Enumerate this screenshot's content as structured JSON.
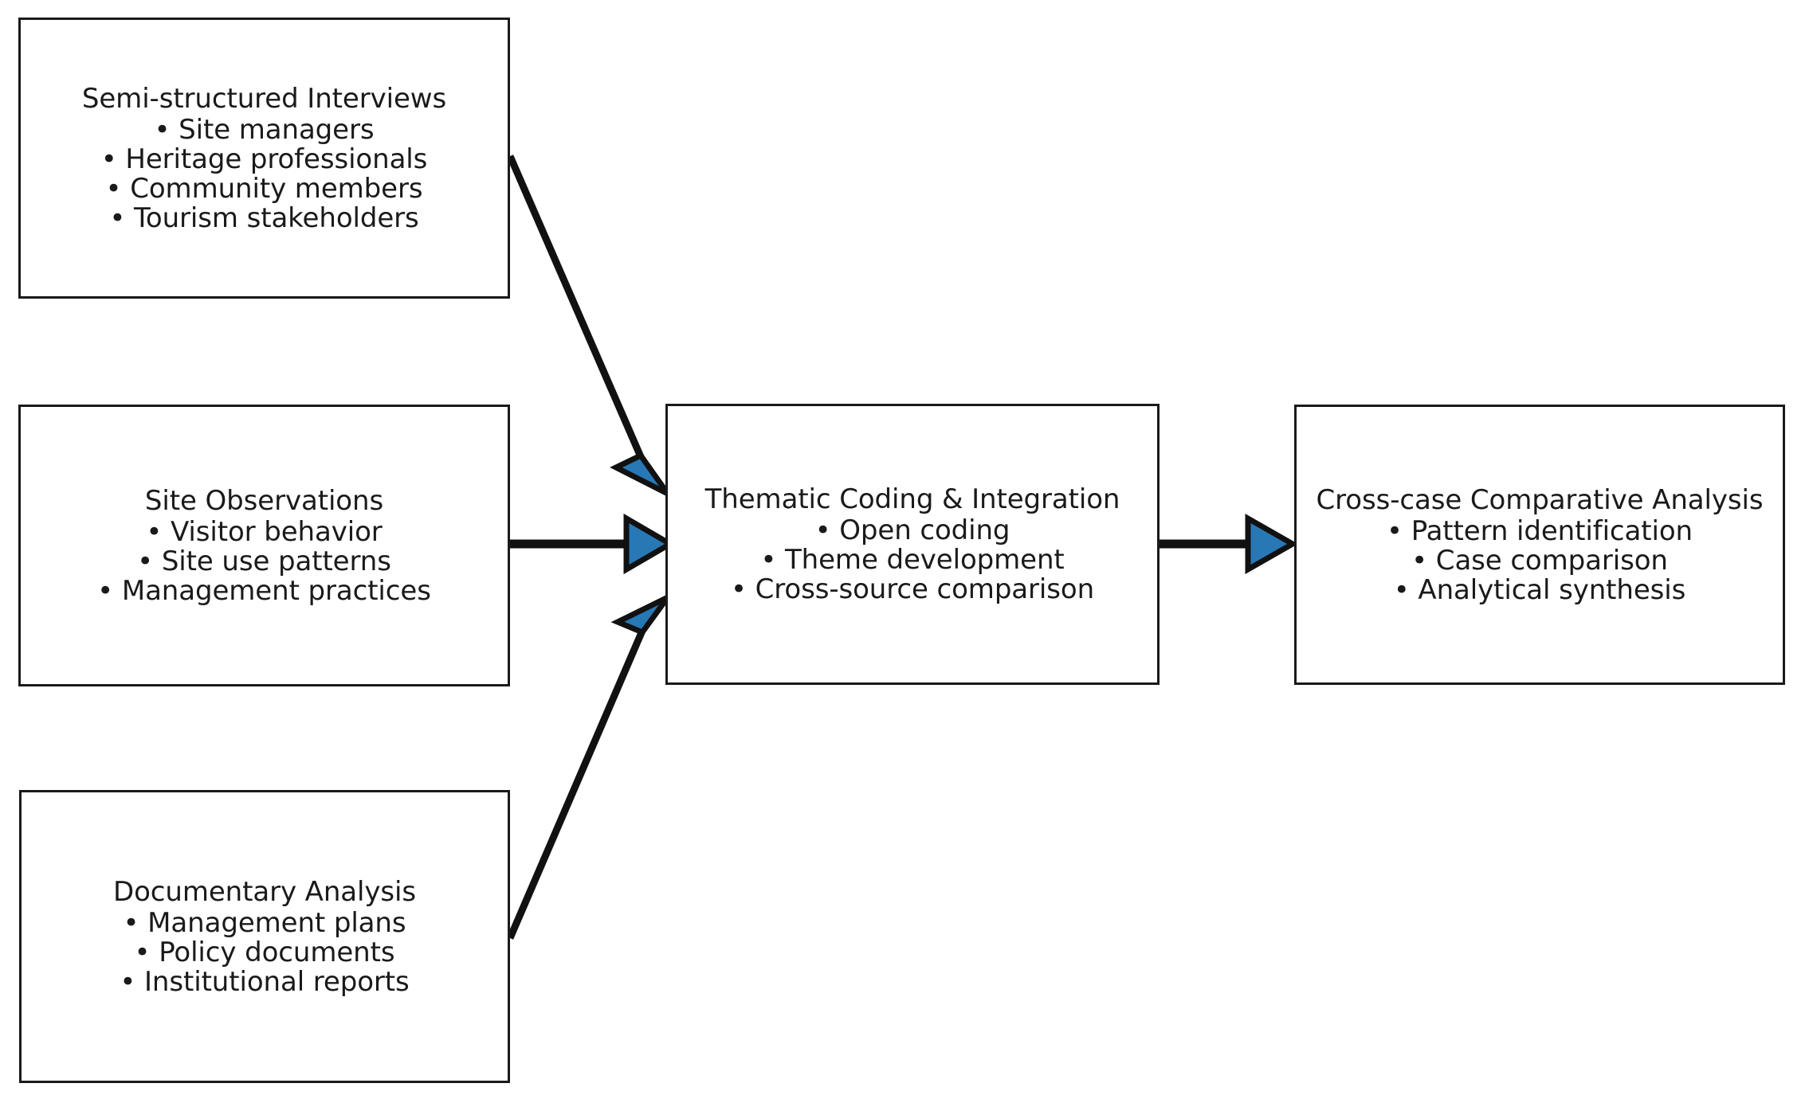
{
  "diagram": {
    "type": "flowchart",
    "orientation": "left-to-right",
    "background_color": "#ffffff",
    "node_border_color": "#1a1a1a",
    "node_fill_color": "#ffffff",
    "arrow_line_color": "#111111",
    "arrowhead_fill_color": "#2878b5",
    "arrowhead_edge_color": "#111111",
    "text_color": "#1a1a1a"
  },
  "nodes": [
    {
      "id": "interviews",
      "title": "Semi-structured Interviews",
      "bullets": [
        "• Site managers",
        "• Heritage professionals",
        "• Community members",
        "• Tourism stakeholders"
      ]
    },
    {
      "id": "observations",
      "title": "Site Observations",
      "bullets": [
        "• Visitor behavior",
        "• Site use patterns",
        "• Management practices"
      ]
    },
    {
      "id": "documentary",
      "title": "Documentary Analysis",
      "bullets": [
        "• Management plans",
        "• Policy documents",
        "• Institutional reports"
      ]
    },
    {
      "id": "thematic",
      "title": "Thematic Coding & Integration",
      "bullets": [
        "• Open coding",
        "• Theme development",
        "• Cross-source comparison"
      ]
    },
    {
      "id": "crosscase",
      "title": "Cross-case Comparative Analysis",
      "bullets": [
        "• Pattern identification",
        "• Case comparison",
        "• Analytical synthesis"
      ]
    }
  ],
  "edges": [
    {
      "id": "interviews-to-thematic",
      "from": "interviews",
      "to": "thematic",
      "style": "diagonal-down"
    },
    {
      "id": "observations-to-thematic",
      "from": "observations",
      "to": "thematic",
      "style": "horizontal"
    },
    {
      "id": "documentary-to-thematic",
      "from": "documentary",
      "to": "thematic",
      "style": "diagonal-up"
    },
    {
      "id": "thematic-to-crosscase",
      "from": "thematic",
      "to": "crosscase",
      "style": "horizontal"
    }
  ]
}
